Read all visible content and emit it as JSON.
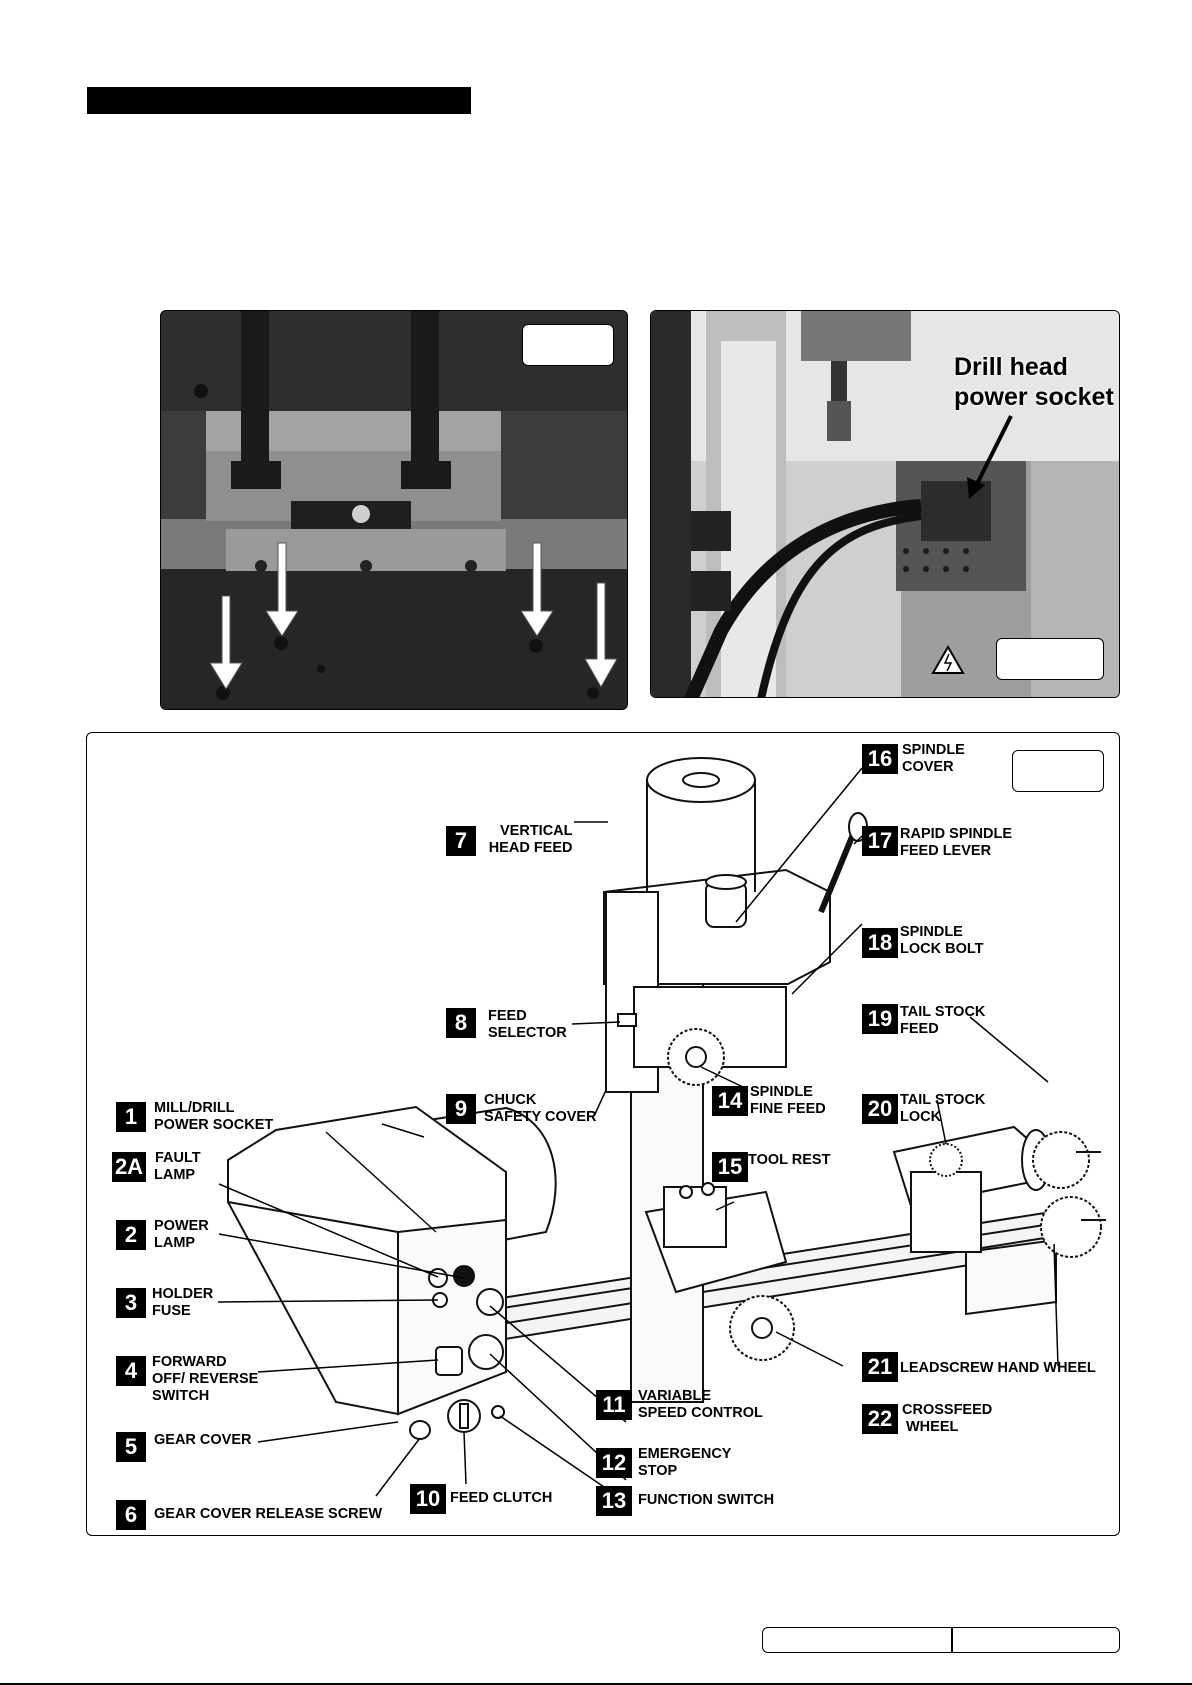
{
  "photo2": {
    "caption_line1": "Drill head",
    "caption_line2": "power socket"
  },
  "components": [
    {
      "num": "1",
      "l1": "MILL/DRILL",
      "l2": "POWER SOCKET"
    },
    {
      "num": "2A",
      "l1": "FAULT",
      "l2": "LAMP"
    },
    {
      "num": "2",
      "l1": "POWER",
      "l2": "LAMP"
    },
    {
      "num": "3",
      "l1": "HOLDER",
      "l2": "FUSE"
    },
    {
      "num": "4",
      "l1": "FORWARD",
      "l2": "OFF/ REVERSE",
      "l3": "SWITCH"
    },
    {
      "num": "5",
      "l1": "GEAR COVER"
    },
    {
      "num": "6",
      "l1": "GEAR COVER RELEASE SCREW"
    },
    {
      "num": "7",
      "l1": "VERTICAL",
      "l2": "HEAD FEED"
    },
    {
      "num": "8",
      "l1": "FEED",
      "l2": "SELECTOR"
    },
    {
      "num": "9",
      "l1": "CHUCK",
      "l2": "SAFETY COVER"
    },
    {
      "num": "10",
      "l1": "FEED CLUTCH"
    },
    {
      "num": "11",
      "l1": "VARIABLE",
      "l2": "SPEED CONTROL"
    },
    {
      "num": "12",
      "l1": "EMERGENCY",
      "l2": "STOP"
    },
    {
      "num": "13",
      "l1": "FUNCTION SWITCH"
    },
    {
      "num": "14",
      "l1": "SPINDLE",
      "l2": "FINE FEED"
    },
    {
      "num": "15",
      "l1": "TOOL REST"
    },
    {
      "num": "16",
      "l1": "SPINDLE",
      "l2": "COVER"
    },
    {
      "num": "17",
      "l1": "RAPID SPINDLE",
      "l2": "FEED LEVER"
    },
    {
      "num": "18",
      "l1": "SPINDLE",
      "l2": "LOCK BOLT"
    },
    {
      "num": "19",
      "l1": "TAIL STOCK",
      "l2": "FEED"
    },
    {
      "num": "20",
      "l1": "TAIL STOCK",
      "l2": "LOCK"
    },
    {
      "num": "21",
      "l1": "LEADSCREW HAND WHEEL"
    },
    {
      "num": "22",
      "l1": "CROSSFEED",
      "l2": "WHEEL"
    }
  ]
}
